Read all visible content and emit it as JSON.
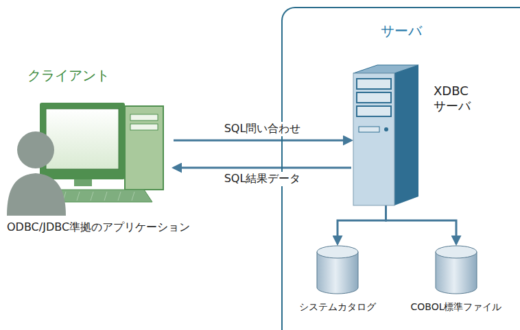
{
  "diagram": {
    "nodes": [
      {
        "text": [
          "クライアント",
          "ODBC/JDBC準拠のアプリケーション"
        ]
      },
      {
        "text": [
          "サーバ"
        ]
      },
      {
        "text": [
          "XDBC サーバ"
        ],
        "in": 1
      },
      {
        "text": [
          "システムカタログ"
        ],
        "in": 1
      },
      {
        "text": [
          "COBOL標準ファイル"
        ],
        "in": 1
      }
    ],
    "edges": [
      {
        "from": 0,
        "to": 2,
        "label": "SQL問い合わせ",
        "arrow": "to"
      },
      {
        "from": 2,
        "to": 0,
        "label": "SQL結果データ",
        "arrow": "to"
      },
      {
        "from": 2,
        "to": 3,
        "arrow": "to"
      },
      {
        "from": 2,
        "to": 4,
        "arrow": "to"
      }
    ]
  }
}
